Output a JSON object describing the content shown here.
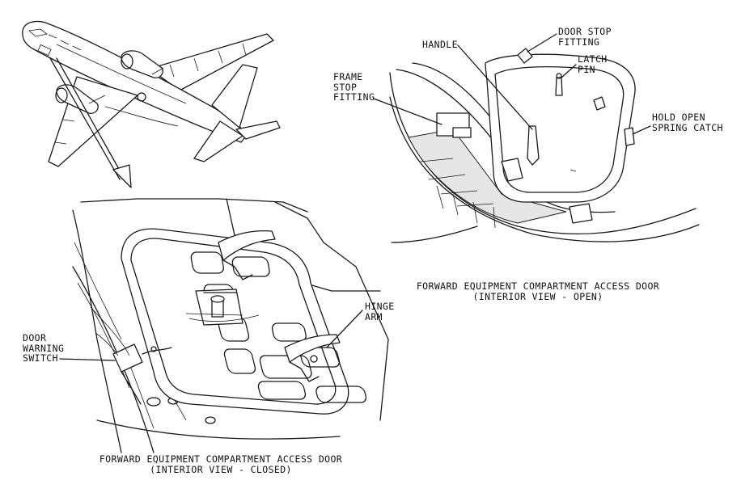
{
  "labels": {
    "door_stop_fitting": "DOOR STOP\nFITTING",
    "handle": "HANDLE",
    "latch_pin": "LATCH\nPIN",
    "frame_stop_fitting": "FRAME\nSTOP\nFITTING",
    "hold_open_spring_catch": "HOLD OPEN\nSPRING CATCH",
    "hinge_arm": "HINGE\nARM",
    "door_warning_switch": "DOOR\nWARNING\nSWITCH"
  },
  "captions": {
    "open": "FORWARD EQUIPMENT COMPARTMENT ACCESS DOOR\n(INTERIOR VIEW - OPEN)",
    "closed": "FORWARD EQUIPMENT COMPARTMENT ACCESS DOOR\n(INTERIOR VIEW - CLOSED)"
  }
}
